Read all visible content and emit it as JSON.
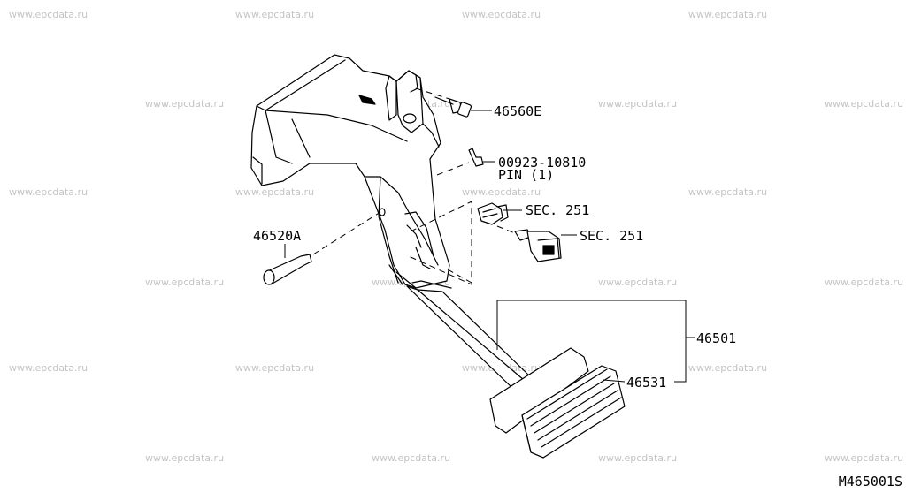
{
  "watermark": "www.epcdata.ru",
  "labels": {
    "bolt": "46560E",
    "pin_part": "00923-10810",
    "pin_name": "PIN (1)",
    "sec_upper": "SEC. 251",
    "sec_lower": "SEC. 251",
    "clevis_pin": "46520A",
    "assembly": "46501",
    "pad": "46531"
  },
  "diagram_code": "M465001S"
}
